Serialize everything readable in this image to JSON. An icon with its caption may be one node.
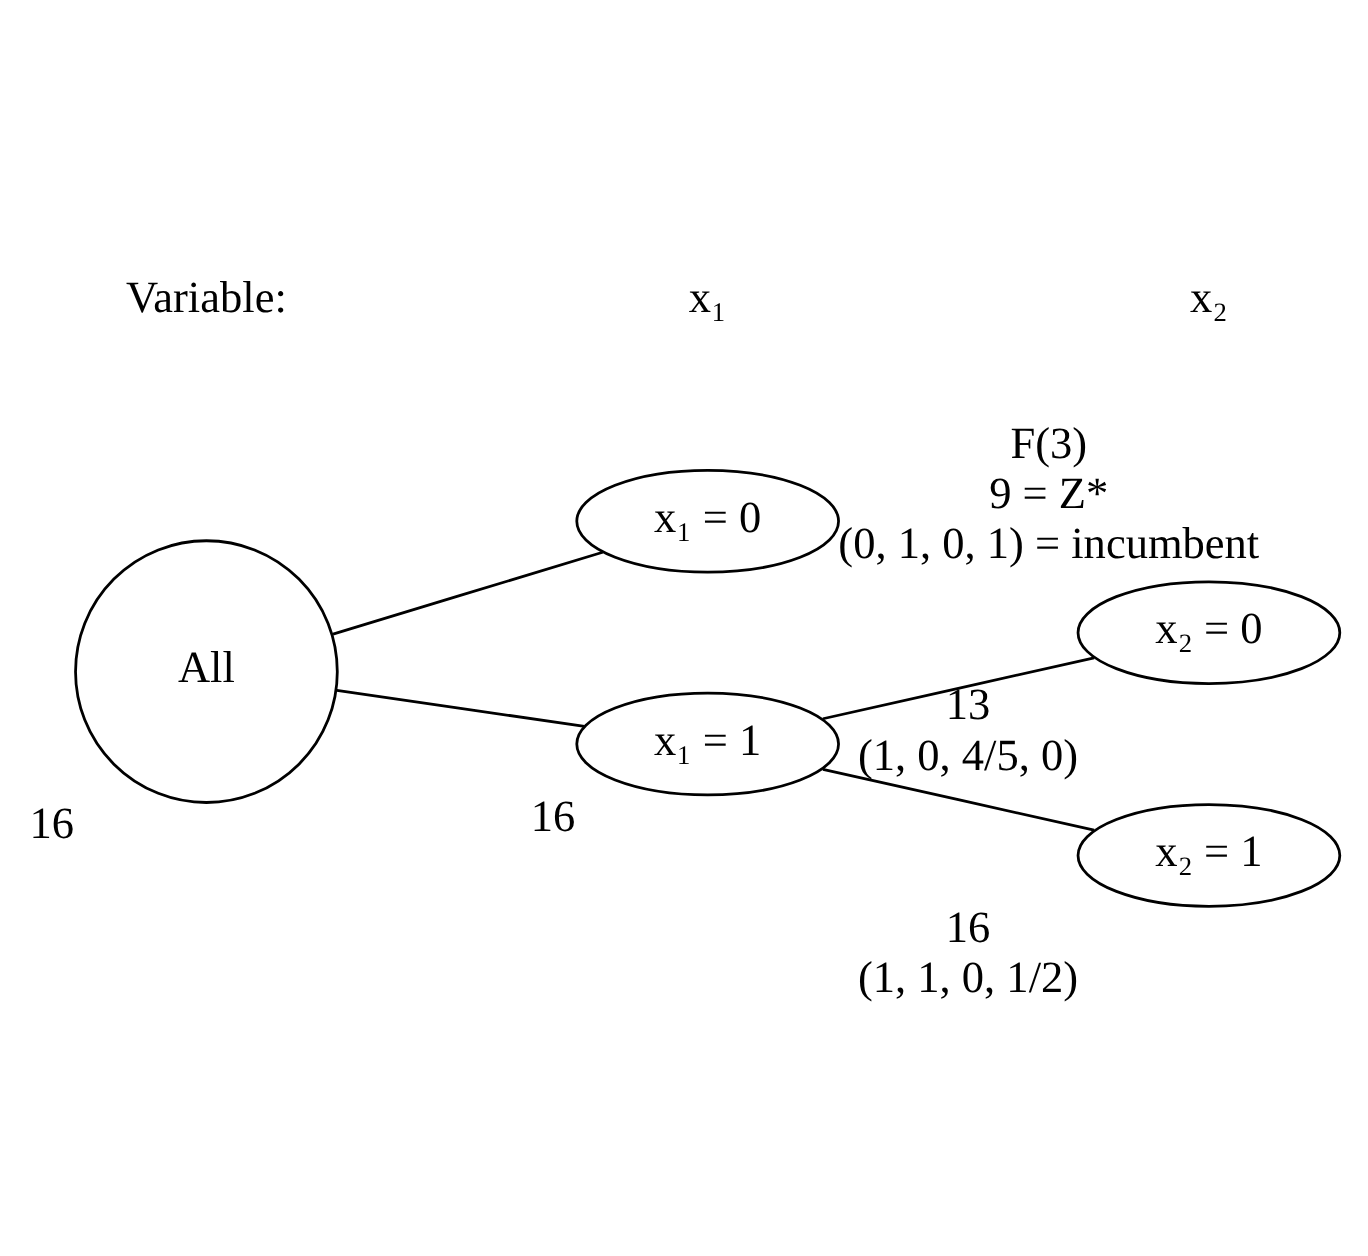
{
  "diagram": {
    "nodes": [
      {
        "text": [
          "All"
        ],
        "beside": [
          "16"
        ]
      },
      {
        "text": [
          "x₁ = 0"
        ],
        "beside": [
          "F(3)",
          "9 = Z*",
          "(0, 1, 0, 1) = incumbent"
        ]
      },
      {
        "text": [
          "x₁ = 1"
        ],
        "beside": [
          "16"
        ]
      },
      {
        "text": [
          "x₂ = 0"
        ],
        "beside": [
          "13",
          "(1, 0, 4/5, 0)"
        ]
      },
      {
        "text": [
          "x₂ = 1"
        ],
        "beside": [
          "16",
          "(1, 1, 0, 1/2)"
        ]
      }
    ],
    "edges": [
      {
        "from": 0,
        "to": 1,
        "arrow": "none"
      },
      {
        "from": 0,
        "to": 2,
        "arrow": "none"
      },
      {
        "from": 2,
        "to": 3,
        "arrow": "none"
      },
      {
        "from": 2,
        "to": 4,
        "arrow": "none"
      }
    ],
    "labels": [
      "Variable:",
      "x₁",
      "x₂"
    ]
  }
}
